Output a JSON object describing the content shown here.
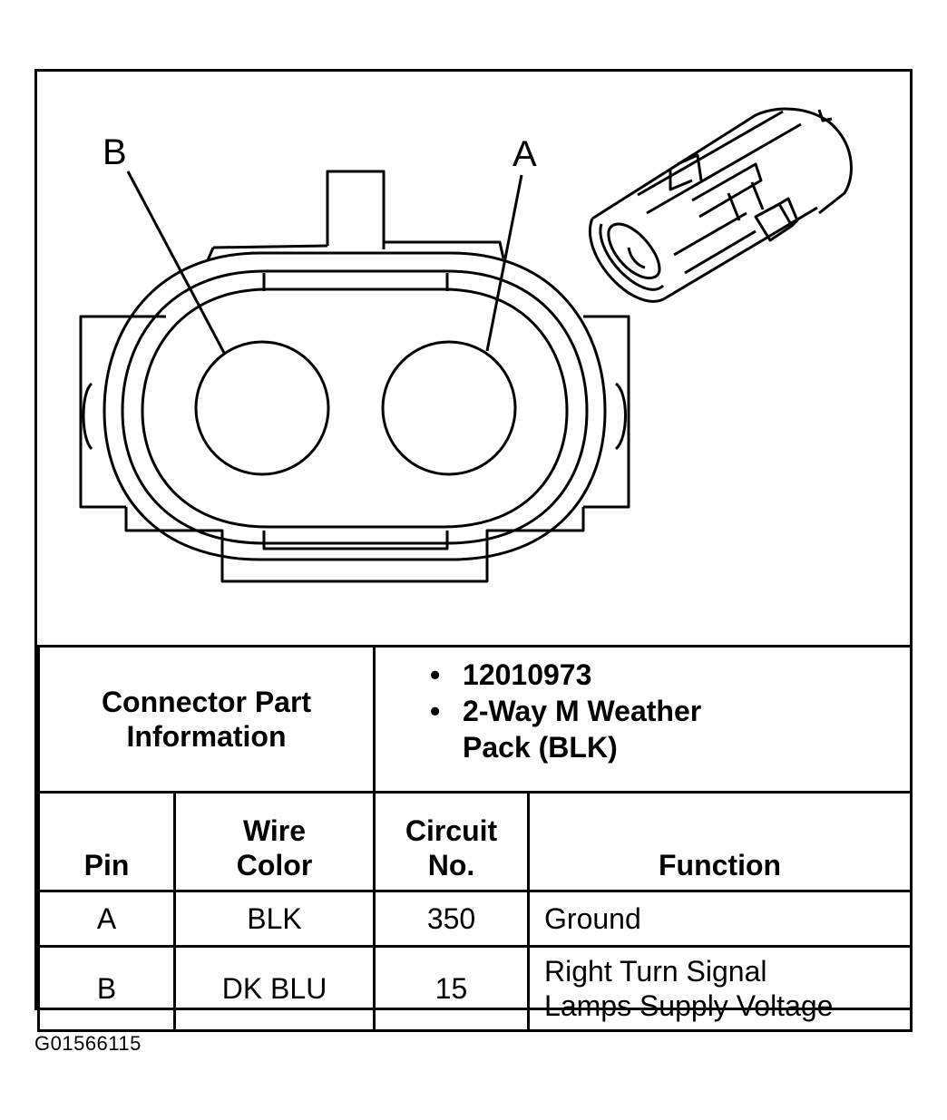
{
  "diagram": {
    "pin_labels": {
      "b": "B",
      "a": "A"
    }
  },
  "connector_info": {
    "label": "Connector Part\nInformation",
    "items": [
      "12010973",
      "2-Way M Weather\nPack (BLK)"
    ],
    "bullet": "•"
  },
  "pin_table": {
    "headers": {
      "pin": "Pin",
      "wire_color": "Wire\nColor",
      "circuit": "Circuit\nNo.",
      "function": "Function"
    },
    "rows": [
      {
        "pin": "A",
        "wire_color": "BLK",
        "circuit": "350",
        "function": "Ground"
      },
      {
        "pin": "B",
        "wire_color": "DK BLU",
        "circuit": "15",
        "function": "Right Turn Signal\nLamps Supply Voltage"
      }
    ]
  },
  "figure_id": "G01566115"
}
